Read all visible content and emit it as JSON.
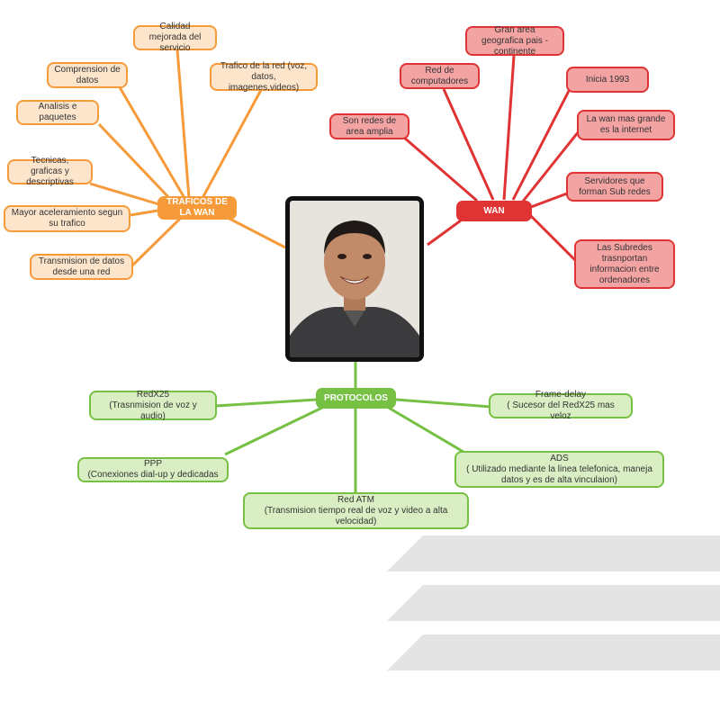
{
  "central": {
    "photo": "person-portrait"
  },
  "colors": {
    "orange": "#f79a3a",
    "red": "#e03333",
    "green": "#76c043"
  },
  "branches": {
    "traficos": {
      "title": "TRAFICOS DE LA WAN",
      "items": [
        "Calidad mejorada del servicio",
        "Comprension de datos",
        "Trafico de la red (voz, datos, imagenes,videos)",
        "Analisis e paquetes",
        "Tecnicas, graficas y descriptivas",
        "Mayor aceleramiento segun su trafico",
        "Transmision de datos desde una red"
      ]
    },
    "wan": {
      "title": "WAN",
      "items": [
        "Gran area geografica pais -continente",
        "Red de computadores",
        "Inicia 1993",
        "Son redes de area amplia",
        "La wan mas grande es la internet",
        "Servidores que forman Sub redes",
        "Las Subredes trasnportan informacion entre ordenadores"
      ]
    },
    "protocolos": {
      "title": "PROTOCOLOS",
      "items": [
        "RedX25\n(Trasnmision de voz y audio)",
        "Frame-delay\n( Sucesor del RedX25 mas veloz",
        "PPP\n(Conexiones dial-up y dedicadas",
        "ADS\n( Utilizado mediante la linea telefonica, maneja datos y es de alta vinculaion)",
        "Red ATM\n(Transmision tiempo real de voz y video a alta velocidad)"
      ]
    }
  }
}
